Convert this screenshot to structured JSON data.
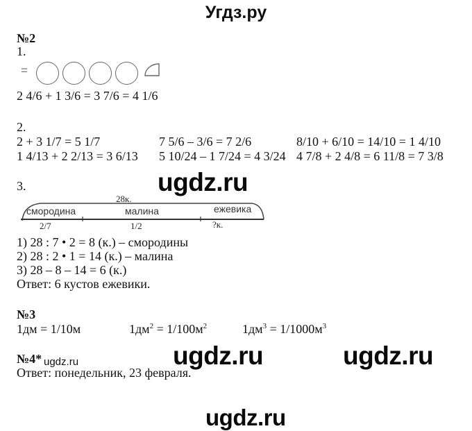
{
  "header": {
    "title": "Угдз.ру"
  },
  "watermarks": {
    "wm1": "ugdz.ru",
    "wm2": "ugdz.ru",
    "wm3": "ugdz.ru",
    "wm4": "ugdz.ru",
    "wm_small": "ugdz.ru"
  },
  "task2": {
    "heading": "№2",
    "part1": {
      "label": "1.",
      "equals_sign": "=",
      "circles_count": 4,
      "extra_shape": "quarter-circle",
      "equation": "2 4/6 + 1 3/6 = 3 7/6 = 4 1/6"
    },
    "part2": {
      "label": "2.",
      "rows": [
        [
          "2 + 3 1/7 = 5 1/7",
          "7 5/6 – 3/6 = 7 2/6",
          "8/10 + 6/10 = 14/10 = 1 4/10"
        ],
        [
          "1 4/13 + 2 2/13 = 3 6/13",
          "5 10/24 – 1 7/24 = 4 3/24",
          "4 7/8 + 2 4/8 = 6 11/8 = 7 3/8"
        ]
      ]
    },
    "part3": {
      "label": "3.",
      "diagram": {
        "total": "28к.",
        "segments": [
          {
            "name": "смородина",
            "fraction": "2/7"
          },
          {
            "name": "малина",
            "fraction": "1/2"
          },
          {
            "name": "ежевика",
            "fraction": "?к."
          }
        ]
      },
      "steps": [
        "1) 28 : 7 • 2 = 8 (к.) – смородины",
        "2) 28 : 2 • 1 = 14 (к.) – малина",
        "3) 28 – 8 – 14 = 6 (к.)"
      ],
      "answer": "Ответ: 6 кустов ежевики."
    }
  },
  "task3": {
    "heading": "№3",
    "items": [
      {
        "lhs": "1дм",
        "lhs_exp": "",
        "rhs": " = 1/10м",
        "rhs_exp": ""
      },
      {
        "lhs": "1дм",
        "lhs_exp": "2",
        "rhs": " = 1/100м",
        "rhs_exp": "2"
      },
      {
        "lhs": "1дм",
        "lhs_exp": "3",
        "rhs": " = 1/1000м",
        "rhs_exp": "3"
      }
    ]
  },
  "task4": {
    "heading": "№4*",
    "answer": "Ответ: понедельник, 23 февраля."
  }
}
